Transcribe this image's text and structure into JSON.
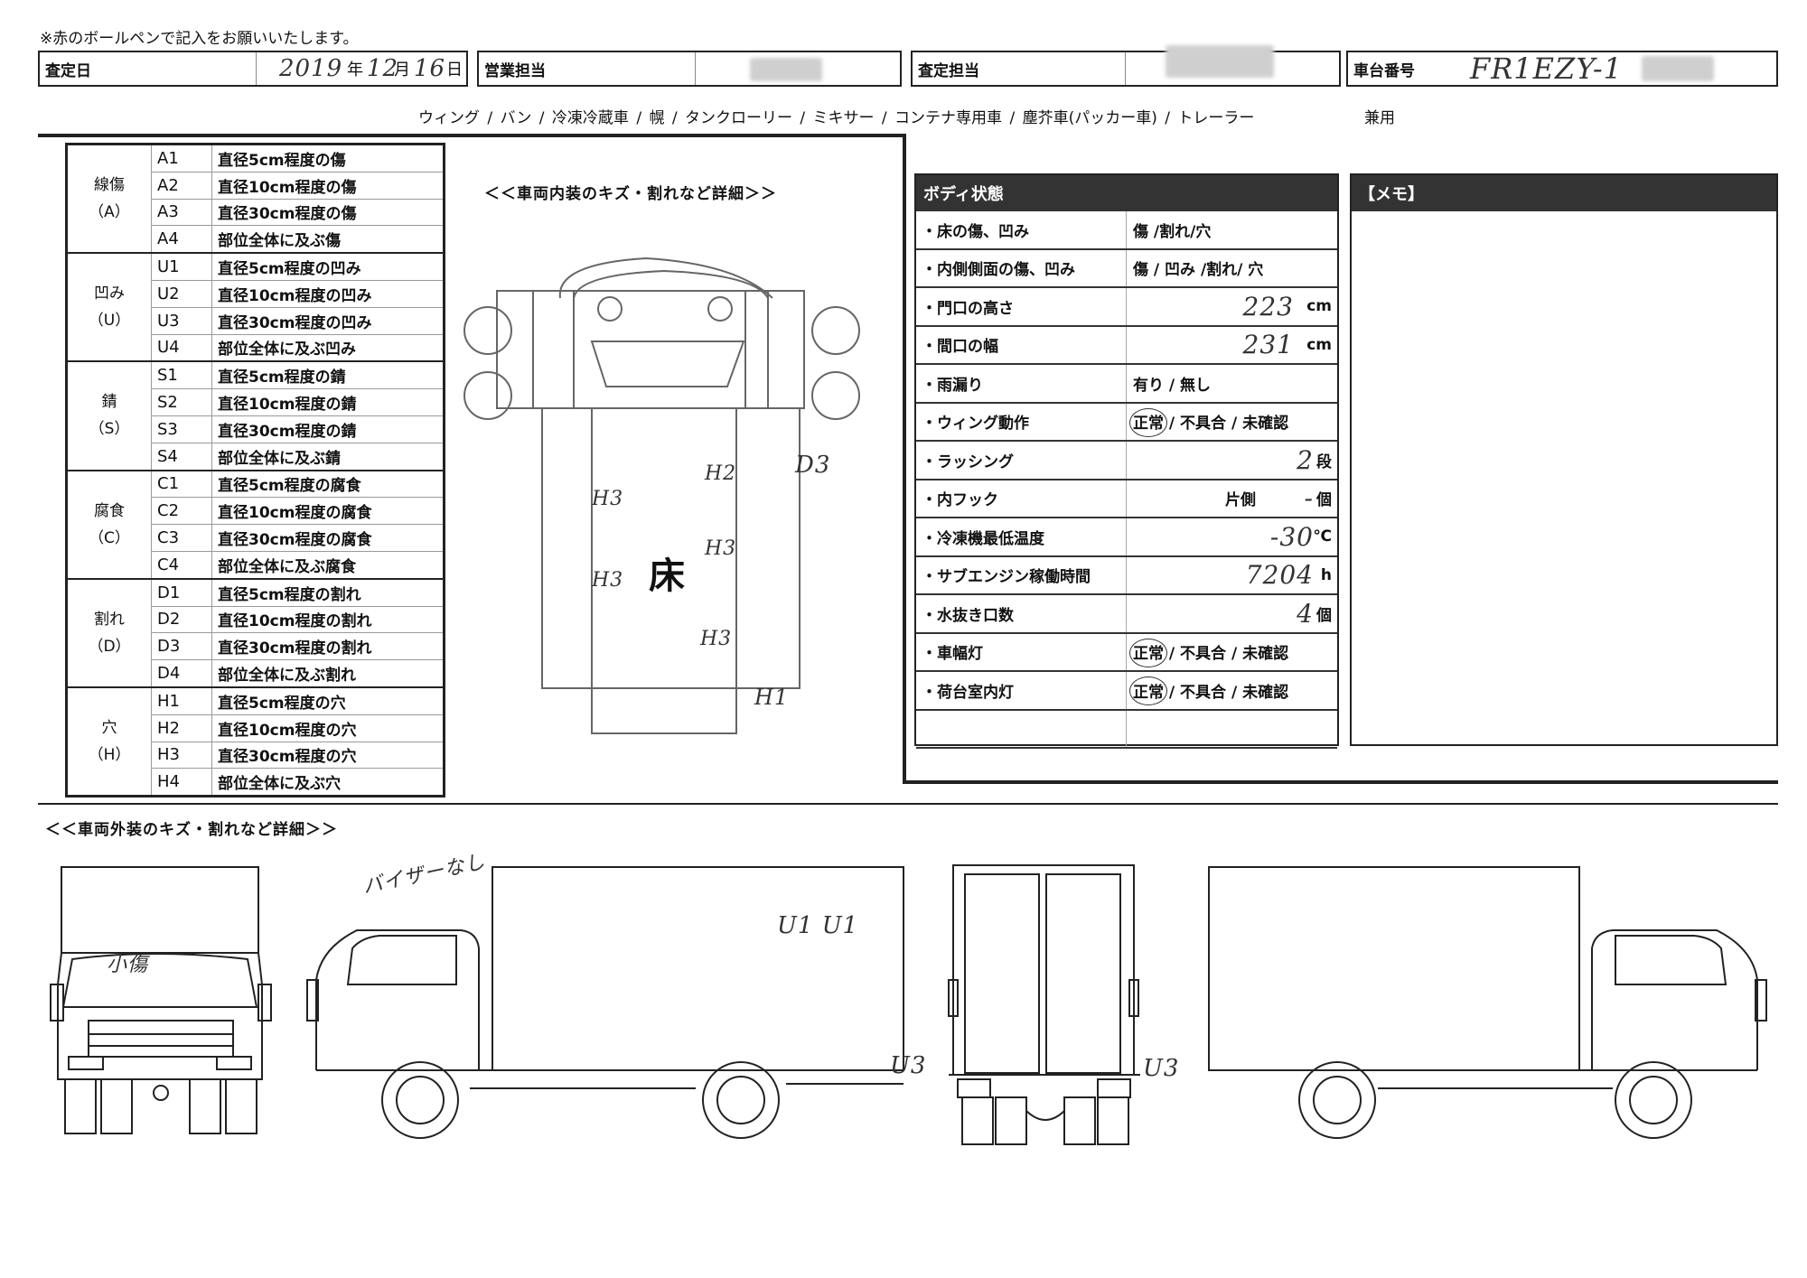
{
  "note": "※赤のボールペンで記入をお願いいたします。",
  "header": {
    "date_label": "査定日",
    "date_year": "2019",
    "year_char": "年",
    "date_month": "12",
    "month_char": "月",
    "date_day": "16",
    "day_char": "日",
    "sales_label": "営業担当",
    "assessor_label": "査定担当",
    "chassis_label": "車台番号",
    "chassis_value": "FR1EZY-1"
  },
  "vehicle_types": "ウィング / バン / 冷凍冷蔵車 / 幌 / タンクローリー / ミキサー / コンテナ専用車 / 塵芥車(パッカー車) / トレーラー",
  "vehicle_types_extra": "兼用",
  "legend": [
    {
      "category": [
        "線傷",
        "（A）"
      ],
      "items": [
        {
          "code": "A1",
          "desc": "直径5cm程度の傷"
        },
        {
          "code": "A2",
          "desc": "直径10cm程度の傷"
        },
        {
          "code": "A3",
          "desc": "直径30cm程度の傷"
        },
        {
          "code": "A4",
          "desc": "部位全体に及ぶ傷"
        }
      ]
    },
    {
      "category": [
        "凹み",
        "（U）"
      ],
      "items": [
        {
          "code": "U1",
          "desc": "直径5cm程度の凹み"
        },
        {
          "code": "U2",
          "desc": "直径10cm程度の凹み"
        },
        {
          "code": "U3",
          "desc": "直径30cm程度の凹み"
        },
        {
          "code": "U4",
          "desc": "部位全体に及ぶ凹み"
        }
      ]
    },
    {
      "category": [
        "錆",
        "（S）"
      ],
      "items": [
        {
          "code": "S1",
          "desc": "直径5cm程度の錆"
        },
        {
          "code": "S2",
          "desc": "直径10cm程度の錆"
        },
        {
          "code": "S3",
          "desc": "直径30cm程度の錆"
        },
        {
          "code": "S4",
          "desc": "部位全体に及ぶ錆"
        }
      ]
    },
    {
      "category": [
        "腐食",
        "（C）"
      ],
      "items": [
        {
          "code": "C1",
          "desc": "直径5cm程度の腐食"
        },
        {
          "code": "C2",
          "desc": "直径10cm程度の腐食"
        },
        {
          "code": "C3",
          "desc": "直径30cm程度の腐食"
        },
        {
          "code": "C4",
          "desc": "部位全体に及ぶ腐食"
        }
      ]
    },
    {
      "category": [
        "割れ",
        "（D）"
      ],
      "items": [
        {
          "code": "D1",
          "desc": "直径5cm程度の割れ"
        },
        {
          "code": "D2",
          "desc": "直径10cm程度の割れ"
        },
        {
          "code": "D3",
          "desc": "直径30cm程度の割れ"
        },
        {
          "code": "D4",
          "desc": "部位全体に及ぶ割れ"
        }
      ]
    },
    {
      "category": [
        "穴",
        "（H）"
      ],
      "items": [
        {
          "code": "H1",
          "desc": "直径5cm程度の穴"
        },
        {
          "code": "H2",
          "desc": "直径10cm程度の穴"
        },
        {
          "code": "H3",
          "desc": "直径30cm程度の穴"
        },
        {
          "code": "H4",
          "desc": "部位全体に及ぶ穴"
        }
      ]
    }
  ],
  "interior": {
    "title": "＜＜車両内装のキズ・割れなど詳細＞＞",
    "floor_label": "床",
    "marks": [
      "H3",
      "H2",
      "D3",
      "H3",
      "H3",
      "H3",
      "H1"
    ]
  },
  "body_status": {
    "title": "ボディ状態",
    "rows": [
      {
        "label": "・床の傷、凹み",
        "options": "傷 /割れ/穴",
        "value": "",
        "unit": ""
      },
      {
        "label": "・内側側面の傷、凹み",
        "options": "傷 / 凹み /割れ/ 穴",
        "value": "",
        "unit": ""
      },
      {
        "label": "・門口の高さ",
        "options": "",
        "value": "223",
        "unit": "cm"
      },
      {
        "label": "・間口の幅",
        "options": "",
        "value": "231",
        "unit": "cm"
      },
      {
        "label": "・雨漏り",
        "options": "有り / 無し",
        "value": "",
        "unit": ""
      },
      {
        "label": "・ウィング動作",
        "options": "正常 / 不具合 / 未確認",
        "value": "",
        "unit": ""
      },
      {
        "label": "・ラッシング",
        "options": "",
        "value": "2",
        "unit": "段"
      },
      {
        "label": "・内フック",
        "options": "片側",
        "value": "-",
        "unit": "個"
      },
      {
        "label": "・冷凍機最低温度",
        "options": "",
        "value": "-30",
        "unit": "℃"
      },
      {
        "label": "・サブエンジン稼働時間",
        "options": "",
        "value": "7204",
        "unit": "h"
      },
      {
        "label": "・水抜き口数",
        "options": "",
        "value": "4",
        "unit": "個"
      },
      {
        "label": "・車幅灯",
        "options": "正常 / 不具合 / 未確認",
        "value": "",
        "unit": ""
      },
      {
        "label": "・荷台室内灯",
        "options": "正常 / 不具合 / 未確認",
        "value": "",
        "unit": ""
      }
    ]
  },
  "memo": {
    "title": "【メモ】"
  },
  "exterior": {
    "title": "＜＜車両外装のキズ・割れなど詳細＞＞",
    "front_note": "小傷",
    "side_note": "バイザーなし",
    "side_marks": "U1 U1",
    "rear_left": "U3",
    "rear_right": "U3"
  },
  "colors": {
    "ink": "#222222",
    "header_fill": "#333333",
    "pencil": "#444444"
  }
}
